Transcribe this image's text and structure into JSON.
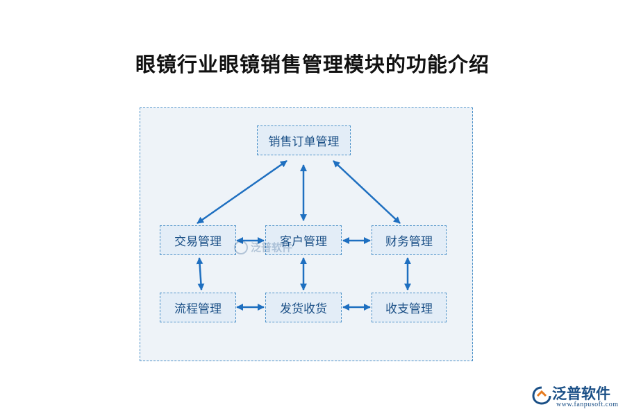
{
  "title": "眼镜行业眼镜销售管理模块的功能介绍",
  "diagram": {
    "nodes": {
      "sales_order": "销售订单管理",
      "trade": "交易管理",
      "customer": "客户管理",
      "finance": "财务管理",
      "workflow": "流程管理",
      "shipping": "发货收货",
      "payments": "收支管理"
    },
    "edges": [
      {
        "from": "sales_order",
        "to": "trade",
        "bidirectional": true
      },
      {
        "from": "sales_order",
        "to": "customer",
        "bidirectional": true
      },
      {
        "from": "sales_order",
        "to": "finance",
        "bidirectional": true
      },
      {
        "from": "trade",
        "to": "customer",
        "bidirectional": true
      },
      {
        "from": "customer",
        "to": "finance",
        "bidirectional": true
      },
      {
        "from": "trade",
        "to": "workflow",
        "bidirectional": true
      },
      {
        "from": "customer",
        "to": "shipping",
        "bidirectional": true
      },
      {
        "from": "finance",
        "to": "payments",
        "bidirectional": true
      },
      {
        "from": "workflow",
        "to": "shipping",
        "bidirectional": true
      },
      {
        "from": "shipping",
        "to": "payments",
        "bidirectional": true
      }
    ],
    "arrow_color": "#1e6fc0",
    "watermark": "泛普软件"
  },
  "brand": {
    "name": "泛普软件",
    "url": "www.fanpusoft.com",
    "color": "#1a4f86"
  }
}
